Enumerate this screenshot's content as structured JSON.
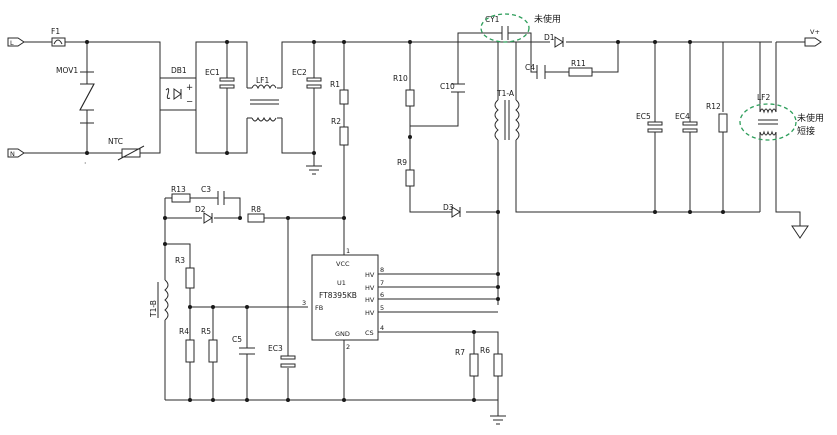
{
  "terminals": {
    "line": "L",
    "neutral": "N",
    "output": "V+"
  },
  "components": {
    "F1": "F1",
    "MOV1": "MOV1",
    "NTC": "NTC",
    "DB1": "DB1",
    "EC1": "EC1",
    "LF1": "LF1",
    "EC2": "EC2",
    "R1": "R1",
    "R2": "R2",
    "R10": "R10",
    "C10": "C10",
    "R9": "R9",
    "D3": "D3",
    "CY1": "CY1",
    "D1": "D1",
    "C4": "C4",
    "R11": "R11",
    "T1A": "T1-A",
    "EC5": "EC5",
    "EC4": "EC4",
    "R12": "R12",
    "LF2": "LF2",
    "R13": "R13",
    "C3": "C3",
    "D2": "D2",
    "R8": "R8",
    "R3": "R3",
    "T1B": "T1-B",
    "R4": "R4",
    "R5": "R5",
    "C5": "C5",
    "EC3": "EC3",
    "R7": "R7",
    "R6": "R6"
  },
  "ic": {
    "ref": "U1",
    "part": "FT8395KB",
    "pins": {
      "vcc": "VCC",
      "fb": "FB",
      "gnd": "GND",
      "cs": "CS",
      "hv1": "HV",
      "hv2": "HV",
      "hv3": "HV",
      "hv4": "HV"
    },
    "pin_numbers": {
      "vcc": "1",
      "fb": "3",
      "gnd": "2",
      "cs": "4",
      "hv1": "8",
      "hv2": "7",
      "hv3": "6",
      "hv4": "5"
    }
  },
  "annotations": {
    "unused_top": "未使用",
    "unused_right": "未使用",
    "short": "短接",
    "dot": "·"
  },
  "colors": {
    "wire": "#2a2a2a",
    "highlight": "#2e9e5b",
    "background": "#ffffff"
  }
}
